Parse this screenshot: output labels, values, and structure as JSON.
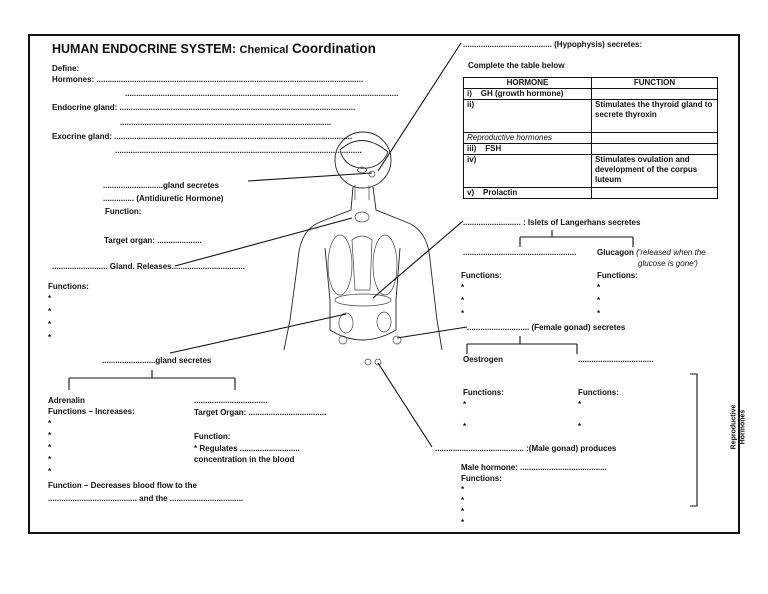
{
  "title": {
    "part1": "HUMAN ENDOCRINE SYSTEM:",
    "part2": "Chemical",
    "part3": "Coordination"
  },
  "define": {
    "heading": "Define:",
    "hormones": "Hormones: ........................................................................................................................",
    "hormones_cont": "...........................................................................................................................",
    "endocrine": "Endocrine gland: ..........................................................................................................",
    "endocrine_cont": "...............................................................................................",
    "exocrine": "Exocrine gland: ...........................................................................................................",
    "exocrine_cont": "..............................................................................................................."
  },
  "hypophysis": {
    "label": "........................................ (Hypophysis) secretes:",
    "complete": "Complete the table below"
  },
  "table": {
    "headers": [
      "HORMONE",
      "FUNCTION"
    ],
    "rows": [
      {
        "num": "i)",
        "hormone": "GH (growth hormone)",
        "function": ""
      },
      {
        "num": "ii)",
        "hormone": "",
        "function": "Stimulates the thyroid gland to secrete thyroxin"
      },
      {
        "section": "Reproductive hormones"
      },
      {
        "num": "iii)",
        "hormone": "FSH",
        "function": ""
      },
      {
        "num": "iv)",
        "hormone": "",
        "function": "Stimulates ovulation and development of the corpus luteum"
      },
      {
        "num": "v)",
        "hormone": "Prolactin",
        "function": ""
      }
    ]
  },
  "adh": {
    "gland": "...........................gland secretes",
    "hormone": ".............. (Antidiuretic Hormone)",
    "function": "Function:",
    "target": "Target organ: ...................."
  },
  "thyroid": {
    "label": "......................... Gland. Releases.................................",
    "functions": "Functions:",
    "bullets": [
      "*",
      "*",
      "*",
      "*"
    ]
  },
  "adrenal": {
    "gland": "........................gland secretes",
    "adrenalin": "Adrenalin",
    "functions_inc": "Functions – Increases:",
    "bullets": [
      "*",
      "*",
      "*",
      "*",
      "*"
    ],
    "blank1": ".................................",
    "target": "Target Organ: ...................................",
    "function": "Function:",
    "regulates": "* Regulates ...........................",
    "regulates_cont": "concentration in the blood",
    "decreases": "Function – Decreases blood flow to the",
    "decreases_cont": "........................................ and the ................................."
  },
  "pancreas": {
    "label": ".......................... : Islets of Langerhans secretes",
    "left_blank": "...................................................",
    "glucagon": "Glucagon",
    "glucagon_note1": "('released when the",
    "glucagon_note2": "glucose is gone')",
    "functions": "Functions:",
    "bullets": [
      "*",
      "*",
      "*"
    ]
  },
  "ovary": {
    "label": "............................ (Female gonad) secretes",
    "oestrogen": "Oestrogen",
    "right_blank": "..................................",
    "functions": "Functions:",
    "bullets": [
      "*",
      "*"
    ]
  },
  "testis": {
    "label": "........................................ :(Male gonad) produces",
    "male_hormone": "Male hormone: .......................................",
    "functions": "Functions:",
    "bullets": [
      "*",
      "*",
      "*",
      "*"
    ]
  },
  "side_label": {
    "line1": "Reproductive",
    "line2": "Hormones"
  }
}
